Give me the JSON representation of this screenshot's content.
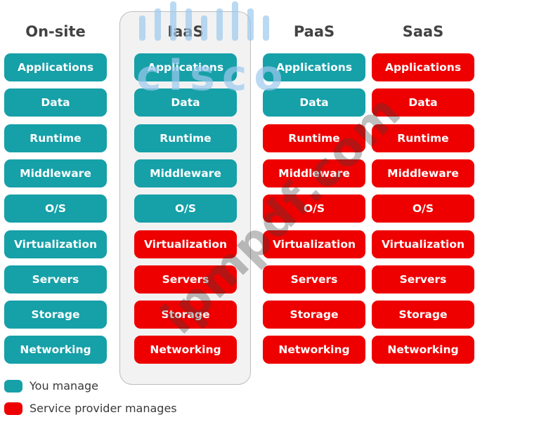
{
  "colors": {
    "you_manage": "#16a0a8",
    "provider_manages": "#ee0000",
    "iaas_highlight_background": "#f2f2f2"
  },
  "columns": [
    {
      "title": "On-site",
      "cells": [
        {
          "label": "Applications",
          "managed_by": "you"
        },
        {
          "label": "Data",
          "managed_by": "you"
        },
        {
          "label": "Runtime",
          "managed_by": "you"
        },
        {
          "label": "Middleware",
          "managed_by": "you"
        },
        {
          "label": "O/S",
          "managed_by": "you"
        },
        {
          "label": "Virtualization",
          "managed_by": "you"
        },
        {
          "label": "Servers",
          "managed_by": "you"
        },
        {
          "label": "Storage",
          "managed_by": "you"
        },
        {
          "label": "Networking",
          "managed_by": "you"
        }
      ]
    },
    {
      "title": "IaaS",
      "cells": [
        {
          "label": "Applications",
          "managed_by": "you"
        },
        {
          "label": "Data",
          "managed_by": "you"
        },
        {
          "label": "Runtime",
          "managed_by": "you"
        },
        {
          "label": "Middleware",
          "managed_by": "you"
        },
        {
          "label": "O/S",
          "managed_by": "you"
        },
        {
          "label": "Virtualization",
          "managed_by": "provider"
        },
        {
          "label": "Servers",
          "managed_by": "provider"
        },
        {
          "label": "Storage",
          "managed_by": "provider"
        },
        {
          "label": "Networking",
          "managed_by": "provider"
        }
      ]
    },
    {
      "title": "PaaS",
      "cells": [
        {
          "label": "Applications",
          "managed_by": "you"
        },
        {
          "label": "Data",
          "managed_by": "you"
        },
        {
          "label": "Runtime",
          "managed_by": "provider"
        },
        {
          "label": "Middleware",
          "managed_by": "provider"
        },
        {
          "label": "O/S",
          "managed_by": "provider"
        },
        {
          "label": "Virtualization",
          "managed_by": "provider"
        },
        {
          "label": "Servers",
          "managed_by": "provider"
        },
        {
          "label": "Storage",
          "managed_by": "provider"
        },
        {
          "label": "Networking",
          "managed_by": "provider"
        }
      ]
    },
    {
      "title": "SaaS",
      "cells": [
        {
          "label": "Applications",
          "managed_by": "provider"
        },
        {
          "label": "Data",
          "managed_by": "provider"
        },
        {
          "label": "Runtime",
          "managed_by": "provider"
        },
        {
          "label": "Middleware",
          "managed_by": "provider"
        },
        {
          "label": "O/S",
          "managed_by": "provider"
        },
        {
          "label": "Virtualization",
          "managed_by": "provider"
        },
        {
          "label": "Servers",
          "managed_by": "provider"
        },
        {
          "label": "Storage",
          "managed_by": "provider"
        },
        {
          "label": "Networking",
          "managed_by": "provider"
        }
      ]
    }
  ],
  "legend": {
    "you_label": "You manage",
    "provider_label": "Service provider manages"
  },
  "watermarks": {
    "logo_text": "cisco",
    "site_text": "ipmpdf.com"
  }
}
